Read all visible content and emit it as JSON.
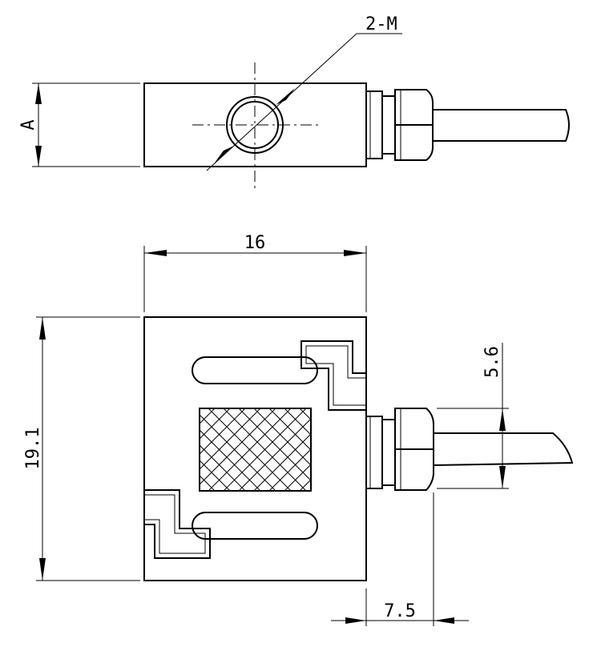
{
  "labels": {
    "thread_callout": "2-M",
    "height_top": "A",
    "width": "16",
    "height": "19.1",
    "cable_dia": "5.6",
    "cable_offset": "7.5"
  },
  "colors": {
    "line": "#000000",
    "background": "#ffffff"
  }
}
